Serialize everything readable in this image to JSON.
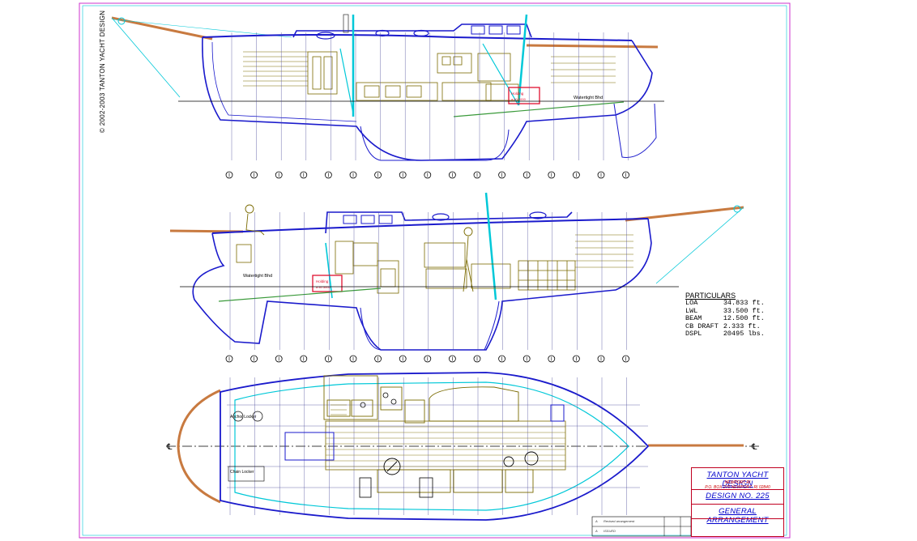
{
  "sheet": {
    "copyright": "© 2002-2003 TANTON YACHT DESIGN",
    "colors": {
      "hull": "#1a1acc",
      "interior": "#7a6a00",
      "cyan": "#00c8d8",
      "grid": "#4a4a99",
      "sole": "#8b7a1a",
      "tank": "#e01030",
      "spar": "#c87a40",
      "border": "#cc33cc"
    }
  },
  "profile_labels": {
    "watertight_bulkhead": "Watertight Bhd",
    "holding_tank": "Holding",
    "tank_sub": "a 40 5000"
  },
  "station_count": 17,
  "particulars": {
    "title": "PARTICULARS",
    "rows": [
      {
        "label": "LOA",
        "value": "34.833 ft."
      },
      {
        "label": "LWL",
        "value": "33.500 ft."
      },
      {
        "label": "BEAM",
        "value": "12.500 ft."
      },
      {
        "label": "CB DRAFT",
        "value": "2.333 ft."
      },
      {
        "label": "DSPL",
        "value": "20495 lbs."
      }
    ]
  },
  "title_block": {
    "firm": "TANTON YACHT DESIGN",
    "address_1": "NEWPORT RI",
    "address_2": "P.O. BOX 270 NEWPORT, RI 02840",
    "design": "DESIGN NO. 225",
    "sheet_title": "GENERAL ARRANGEMENT"
  },
  "plan_labels": {
    "anchor_locker": "Anchor Locker",
    "chain_locker": "Chain Locker"
  },
  "revisions": {
    "rows": [
      {
        "mark": "A",
        "text": "Revised arrangement"
      },
      {
        "mark": "A",
        "text": "ISSUED"
      }
    ]
  }
}
